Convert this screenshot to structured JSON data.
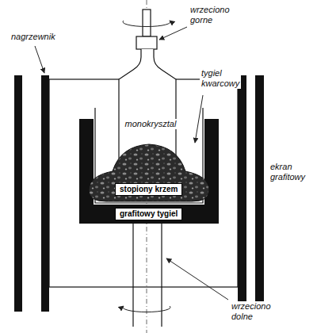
{
  "diagram": {
    "nodes": [
      {
        "text": [
          "stopiony krzem"
        ]
      },
      {
        "text": [
          "grafitowy tygiel"
        ]
      }
    ],
    "labels": [
      "wrzeciono gorne",
      "nagrzewnik",
      "tygiel kwarcowy",
      "monokrysztal",
      "ekran grafitowy",
      "wrzeciono dolne"
    ]
  }
}
